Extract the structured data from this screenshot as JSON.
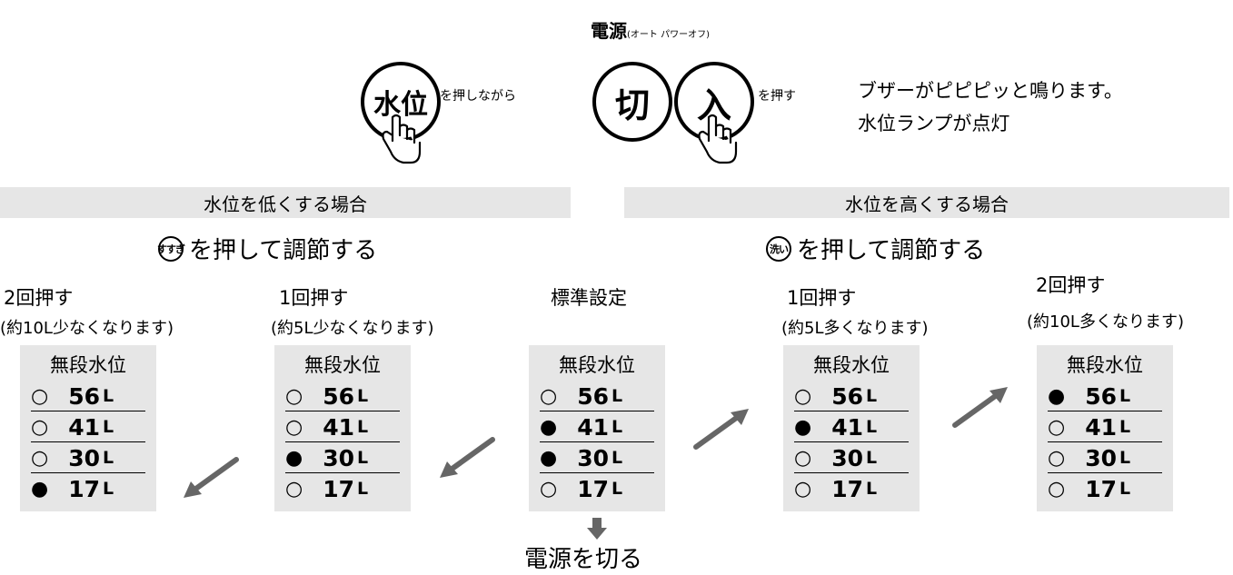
{
  "power": {
    "title": "電源",
    "subtitle": "(オート パワーオフ)",
    "button1": "水位",
    "text1": "を押しながら",
    "button2": "切",
    "button3": "入",
    "text2": "を押す",
    "result_line1": "ブザーがピピピッと鳴ります。",
    "result_line2": "水位ランプが点灯"
  },
  "left_header": "水位を低くする場合",
  "right_header": "水位を高くする場合",
  "left_press": {
    "button": "すすぎ",
    "text": "を押して調節する"
  },
  "right_press": {
    "button": "洗い",
    "text": "を押して調節する"
  },
  "panels": [
    {
      "title": "2回押す",
      "note": "(約10L少なくなります)",
      "panel_label": "無段水位",
      "levels": [
        {
          "mark": "○",
          "value": "56",
          "unit": "L"
        },
        {
          "mark": "○",
          "value": "41",
          "unit": "L"
        },
        {
          "mark": "○",
          "value": "30",
          "unit": "L"
        },
        {
          "mark": "●",
          "value": "17",
          "unit": "L"
        }
      ]
    },
    {
      "title": "1回押す",
      "note": "(約5L少なくなります)",
      "panel_label": "無段水位",
      "levels": [
        {
          "mark": "○",
          "value": "56",
          "unit": "L"
        },
        {
          "mark": "○",
          "value": "41",
          "unit": "L"
        },
        {
          "mark": "●",
          "value": "30",
          "unit": "L"
        },
        {
          "mark": "○",
          "value": "17",
          "unit": "L"
        }
      ]
    },
    {
      "title": "標準設定",
      "note": "",
      "panel_label": "無段水位",
      "levels": [
        {
          "mark": "○",
          "value": "56",
          "unit": "L"
        },
        {
          "mark": "●",
          "value": "41",
          "unit": "L"
        },
        {
          "mark": "●",
          "value": "30",
          "unit": "L"
        },
        {
          "mark": "○",
          "value": "17",
          "unit": "L"
        }
      ]
    },
    {
      "title": "1回押す",
      "note": "(約5L多くなります)",
      "panel_label": "無段水位",
      "levels": [
        {
          "mark": "○",
          "value": "56",
          "unit": "L"
        },
        {
          "mark": "●",
          "value": "41",
          "unit": "L"
        },
        {
          "mark": "○",
          "value": "30",
          "unit": "L"
        },
        {
          "mark": "○",
          "value": "17",
          "unit": "L"
        }
      ]
    },
    {
      "title": "2回押す",
      "note": "(約10L多くなります)",
      "panel_label": "無段水位",
      "levels": [
        {
          "mark": "●",
          "value": "56",
          "unit": "L"
        },
        {
          "mark": "○",
          "value": "41",
          "unit": "L"
        },
        {
          "mark": "○",
          "value": "30",
          "unit": "L"
        },
        {
          "mark": "○",
          "value": "17",
          "unit": "L"
        }
      ]
    }
  ],
  "power_off_label": "電源を切る",
  "colors": {
    "panel_bg": "#e6e6e6",
    "arrow": "#666666"
  }
}
